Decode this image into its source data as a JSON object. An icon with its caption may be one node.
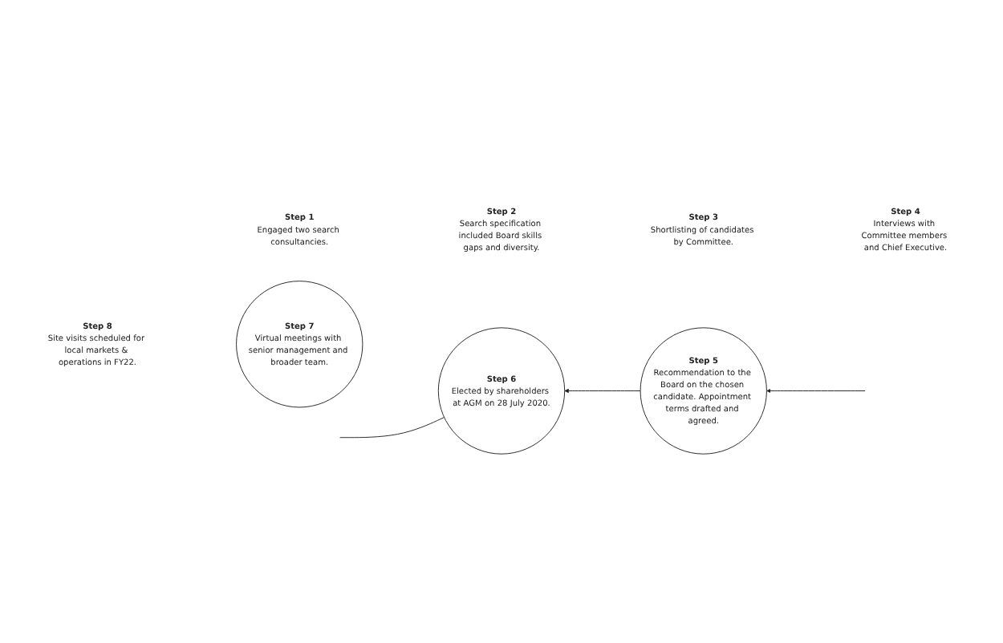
{
  "diagram": {
    "nodes": [
      {
        "text": [
          "Step 1",
          "Engaged two search consultancies."
        ]
      },
      {
        "text": [
          "Step 2",
          "Search specification included Board skills gaps and diversity."
        ]
      },
      {
        "text": [
          "Step 3",
          "Shortlisting of candidates by Committee."
        ]
      },
      {
        "text": [
          "Step 4",
          "Interviews with Committee members and Chief Executive."
        ]
      },
      {
        "text": [
          "Step 8",
          "Site visits scheduled for local markets & operations in FY22."
        ]
      },
      {
        "text": [
          "Step 7",
          "Virtual meetings with senior management and broader team."
        ]
      },
      {
        "text": [
          "Step 6",
          "Elected by shareholders at AGM on 28 July 2020."
        ]
      },
      {
        "text": [
          "Step 5",
          "Recommendation to the Board on the chosen candidate. Appointment terms drafted and agreed."
        ]
      }
    ],
    "edges": [
      {
        "from": null,
        "to": 7,
        "arrow": "to"
      },
      {
        "from": 7,
        "to": 6,
        "arrow": "to"
      },
      {
        "from": 6,
        "to": null,
        "arrow": "none"
      }
    ]
  }
}
